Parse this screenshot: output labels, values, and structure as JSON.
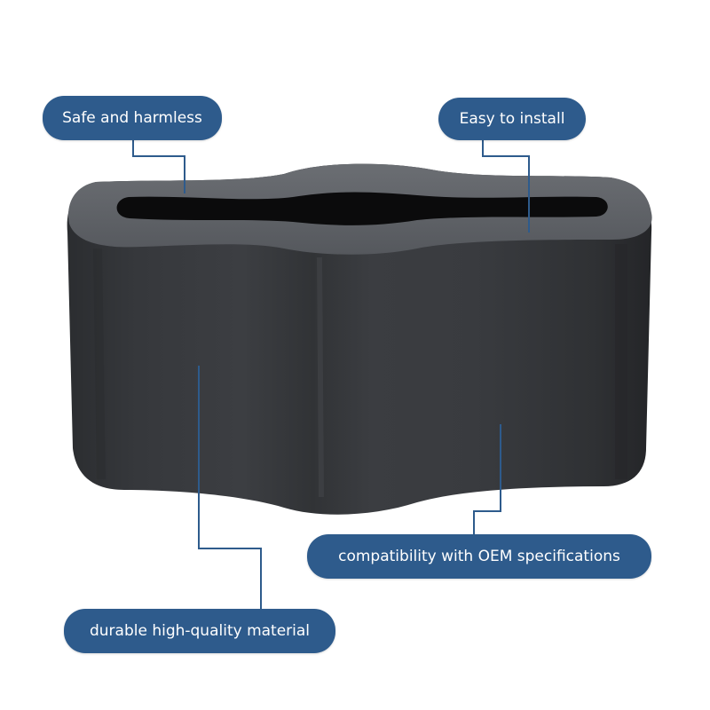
{
  "labels": {
    "safe": "Safe and harmless",
    "easy": "Easy to install",
    "compat": "compatibility with OEM specifications",
    "durable": "durable high-quality material"
  },
  "colors": {
    "pill": "#2e5b8c",
    "pill_text": "#ffffff",
    "leader": "#2e5b8c",
    "product": "#3a3c40"
  }
}
